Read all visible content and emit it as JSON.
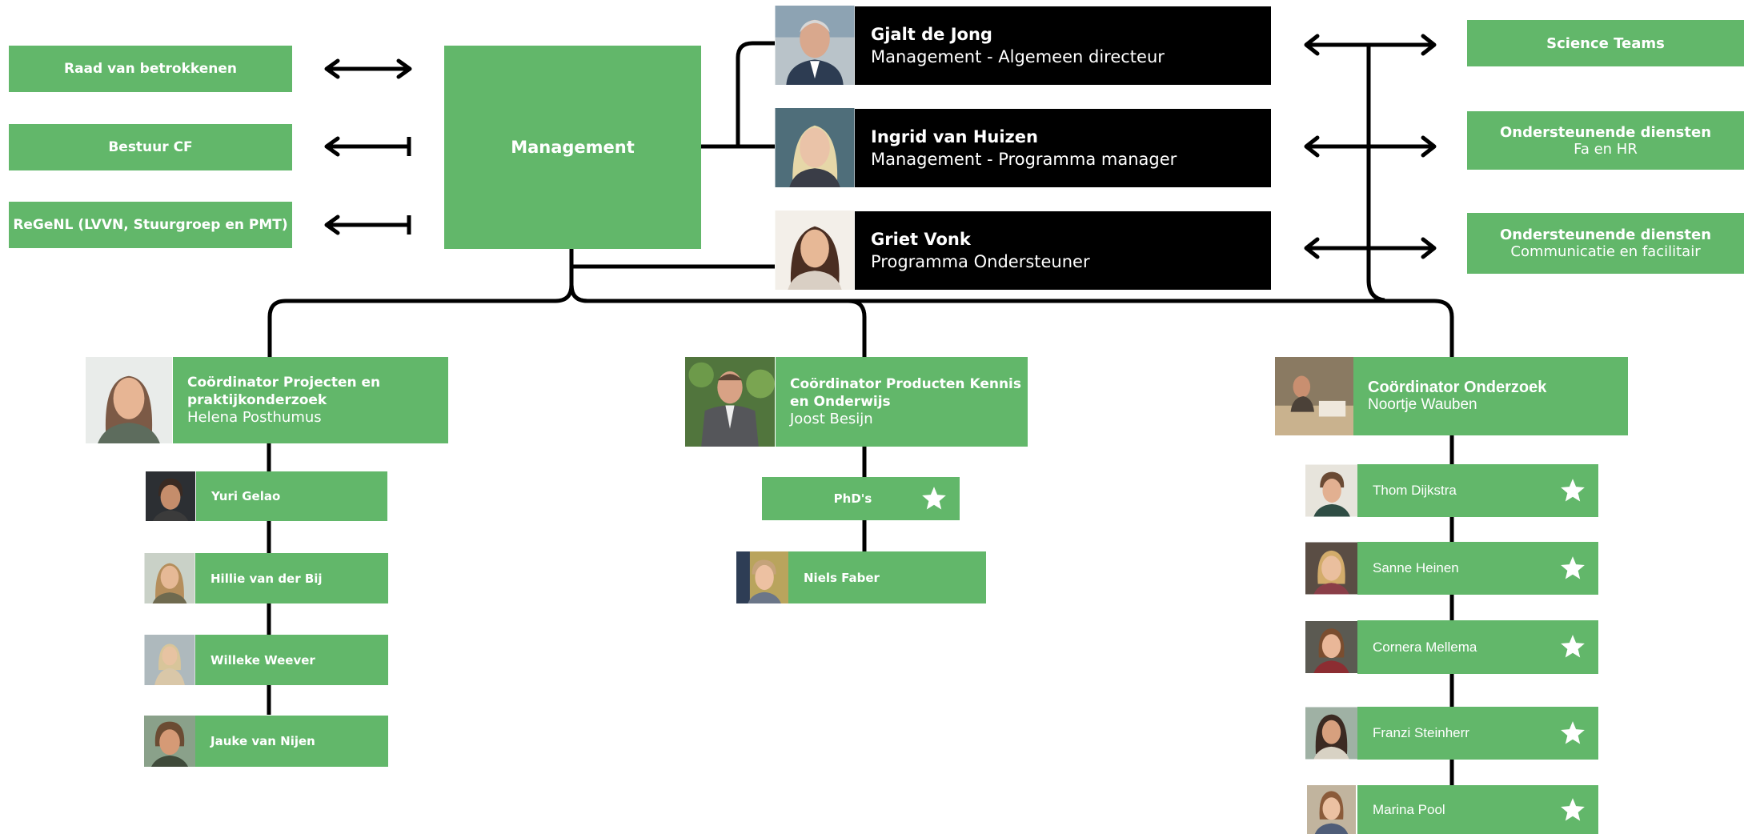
{
  "colors": {
    "green": "#62b76a",
    "black": "#000000",
    "white": "#ffffff"
  },
  "left_column": [
    {
      "label": "Raad van betrokkenen",
      "arrow": "double-arrow-icon"
    },
    {
      "label": "Bestuur CF",
      "arrow": "left-arrow-icon"
    },
    {
      "label": "ReGeNL (LVVN, Stuurgroep en PMT)",
      "arrow": "left-arrow-icon"
    }
  ],
  "management": {
    "label": "Management"
  },
  "managers": [
    {
      "name": "Gjalt de Jong",
      "role": "Management - Algemeen directeur",
      "photo": "portrait-photo"
    },
    {
      "name": "Ingrid van Huizen",
      "role": "Management - Programma manager",
      "photo": "portrait-photo"
    },
    {
      "name": "Griet Vonk",
      "role": "Programma Ondersteuner",
      "photo": "portrait-photo"
    }
  ],
  "right_column": [
    {
      "title": "Science Teams",
      "subtitle": ""
    },
    {
      "title": "Ondersteunende diensten",
      "subtitle": "Fa en HR"
    },
    {
      "title": "Ondersteunende diensten",
      "subtitle": "Communicatie en facilitair"
    }
  ],
  "coordinators": [
    {
      "title": "Coördinator Projecten en praktijkonderzoek",
      "person": "Helena Posthumus"
    },
    {
      "title": "Coördinator Producten Kennis en Onderwijs",
      "person": "Joost Besijn"
    },
    {
      "title": "Coördinator Onderzoek",
      "person": "Noortje Wauben"
    }
  ],
  "team_projecten": [
    {
      "name": "Yuri Gelao"
    },
    {
      "name": "Hillie van der Bij"
    },
    {
      "name": "Willeke Weever"
    },
    {
      "name": "Jauke van Nijen"
    }
  ],
  "team_producten": [
    {
      "name": "PhD's",
      "star": true
    },
    {
      "name": "Niels Faber",
      "star": false
    }
  ],
  "team_onderzoek": [
    {
      "name": "Thom Dijkstra",
      "star": true
    },
    {
      "name": "Sanne Heinen",
      "star": true
    },
    {
      "name": "Cornera Mellema",
      "star": true
    },
    {
      "name": "Franzi Steinherr",
      "star": true
    },
    {
      "name": "Marina Pool",
      "star": true
    }
  ]
}
